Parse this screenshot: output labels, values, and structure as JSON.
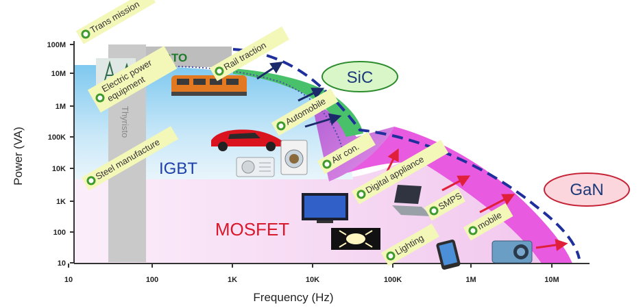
{
  "chart_data": {
    "type": "area",
    "xlabel": "Frequency (Hz)",
    "ylabel": "Power (VA)",
    "x_scale": "log",
    "y_scale": "log",
    "xlim": [
      10,
      20000000
    ],
    "ylim": [
      10,
      100000000
    ],
    "x_ticks": [
      "10",
      "100",
      "1K",
      "10K",
      "100K",
      "1M",
      "10M"
    ],
    "y_ticks": [
      "10",
      "100",
      "1K",
      "10K",
      "100K",
      "1M",
      "10M",
      "100M"
    ],
    "regions": [
      {
        "name": "Thyristor",
        "label": "Thyristo",
        "color": "#c8c8c8"
      },
      {
        "name": "GTO",
        "label": "GTO",
        "color": "#bdbdbd"
      },
      {
        "name": "IGBT",
        "label": "IGBT",
        "color": "#9fd6f2"
      },
      {
        "name": "MOSFET",
        "label": "MOSFET",
        "color": "#f6d7f1"
      },
      {
        "name": "SiC",
        "label": "SiC",
        "color": "#4cc46a"
      },
      {
        "name": "GaN",
        "label": "GaN",
        "color": "#e85be0"
      }
    ],
    "applications": [
      {
        "label": "Trans mission"
      },
      {
        "label": "Electric power equipment"
      },
      {
        "label": "Rail traction"
      },
      {
        "label": "Steel manufacture"
      },
      {
        "label": "Automobile"
      },
      {
        "label": "Air con."
      },
      {
        "label": "Digital appliance"
      },
      {
        "label": "SMPS"
      },
      {
        "label": "mobile"
      },
      {
        "label": "Lighting"
      }
    ],
    "grid": false,
    "legend": "none"
  }
}
